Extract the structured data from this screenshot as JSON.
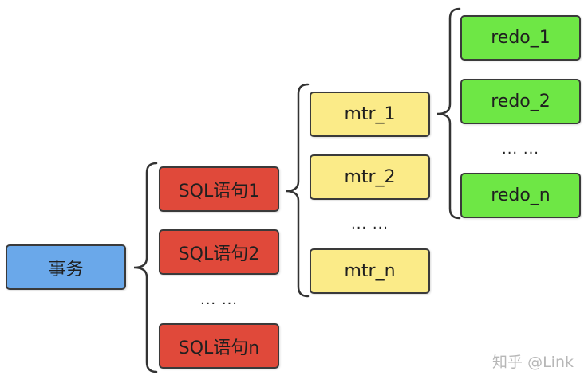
{
  "colors": {
    "transaction": "#6aa8ea",
    "sql": "#e0493a",
    "mtr": "#fbeb88",
    "redo": "#6ee745",
    "bracket": "#333333"
  },
  "transaction": {
    "label": "事务"
  },
  "sql_statements": {
    "items": [
      {
        "label": "SQL语句1"
      },
      {
        "label": "SQL语句2"
      },
      {
        "label": "SQL语句n"
      }
    ],
    "ellipsis": "... ..."
  },
  "mtrs": {
    "items": [
      {
        "label": "mtr_1"
      },
      {
        "label": "mtr_2"
      },
      {
        "label": "mtr_n"
      }
    ],
    "ellipsis": "... ..."
  },
  "redos": {
    "items": [
      {
        "label": "redo_1"
      },
      {
        "label": "redo_2"
      },
      {
        "label": "redo_n"
      }
    ],
    "ellipsis": "... ..."
  },
  "watermark": "知乎 @Link"
}
